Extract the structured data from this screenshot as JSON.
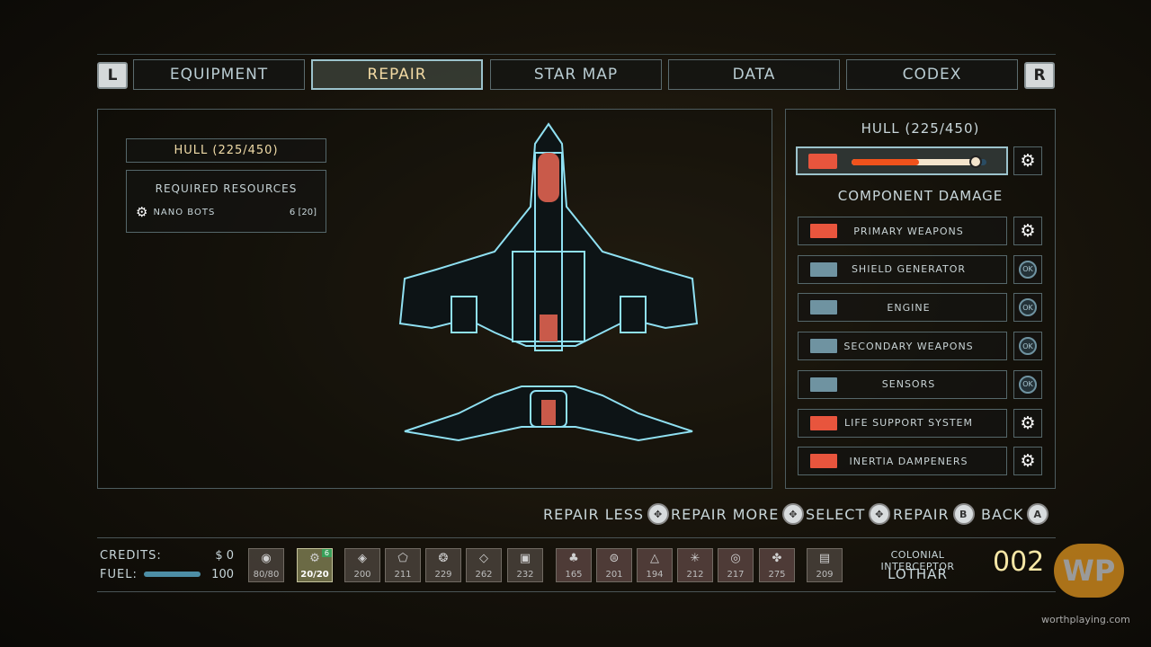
{
  "tabs": {
    "left_bumper": "L",
    "right_bumper": "R",
    "items": [
      {
        "label": "EQUIPMENT"
      },
      {
        "label": "REPAIR",
        "active": true
      },
      {
        "label": "STAR MAP"
      },
      {
        "label": "DATA"
      },
      {
        "label": "CODEX"
      }
    ]
  },
  "left": {
    "hull_label": "HULL (225/450)",
    "required_title": "REQUIRED RESOURCES",
    "resource": {
      "name": "NANO BOTS",
      "amount": "6 [20]"
    }
  },
  "right": {
    "hull_label": "HULL (225/450)",
    "hull_slider": {
      "current_fraction": 0.5,
      "repair_to_fraction": 0.92
    },
    "component_title": "COMPONENT DAMAGE",
    "components": [
      {
        "label": "PRIMARY WEAPONS",
        "status": "repair",
        "icon_color": "#e8553d"
      },
      {
        "label": "SHIELD GENERATOR",
        "status": "OK",
        "icon_color": "#6f93a1"
      },
      {
        "label": "ENGINE",
        "status": "OK",
        "icon_color": "#6f93a1"
      },
      {
        "label": "SECONDARY WEAPONS",
        "status": "OK",
        "icon_color": "#6f93a1"
      },
      {
        "label": "SENSORS",
        "status": "OK",
        "icon_color": "#6f93a1"
      },
      {
        "label": "LIFE SUPPORT SYSTEM",
        "status": "repair",
        "icon_color": "#e8553d"
      },
      {
        "label": "INERTIA DAMPENERS",
        "status": "repair",
        "icon_color": "#e8553d"
      }
    ]
  },
  "hints": [
    {
      "label": "REPAIR LESS",
      "button": "✥"
    },
    {
      "label": "REPAIR MORE",
      "button": "✥"
    },
    {
      "label": "SELECT",
      "button": "✥"
    },
    {
      "label": "REPAIR",
      "button": "B"
    },
    {
      "label": "BACK",
      "button": "A"
    }
  ],
  "status": {
    "credits_label": "CREDITS:",
    "credits_value": "$ 0",
    "fuel_label": "FUEL:",
    "fuel_value": "100",
    "fuel_fraction": 1.0
  },
  "resources": [
    {
      "icon": "◉",
      "value": "80/80"
    },
    {
      "icon": "⚙",
      "value": "20/20",
      "badge": "6",
      "selected": true
    },
    {
      "icon": "◈",
      "value": "200"
    },
    {
      "icon": "⬠",
      "value": "211"
    },
    {
      "icon": "❂",
      "value": "229"
    },
    {
      "icon": "◇",
      "value": "262"
    },
    {
      "icon": "▣",
      "value": "232"
    },
    {
      "icon": "♣",
      "value": "165"
    },
    {
      "icon": "⊜",
      "value": "201"
    },
    {
      "icon": "△",
      "value": "194"
    },
    {
      "icon": "✳",
      "value": "212"
    },
    {
      "icon": "◎",
      "value": "217"
    },
    {
      "icon": "✤",
      "value": "275"
    },
    {
      "icon": "▤",
      "value": "209"
    }
  ],
  "ship": {
    "class": "COLONIAL INTERCEPTOR",
    "name": "LOTHAR",
    "number": "002"
  },
  "watermark": {
    "logo": "WP",
    "site": "worthplaying.com"
  }
}
